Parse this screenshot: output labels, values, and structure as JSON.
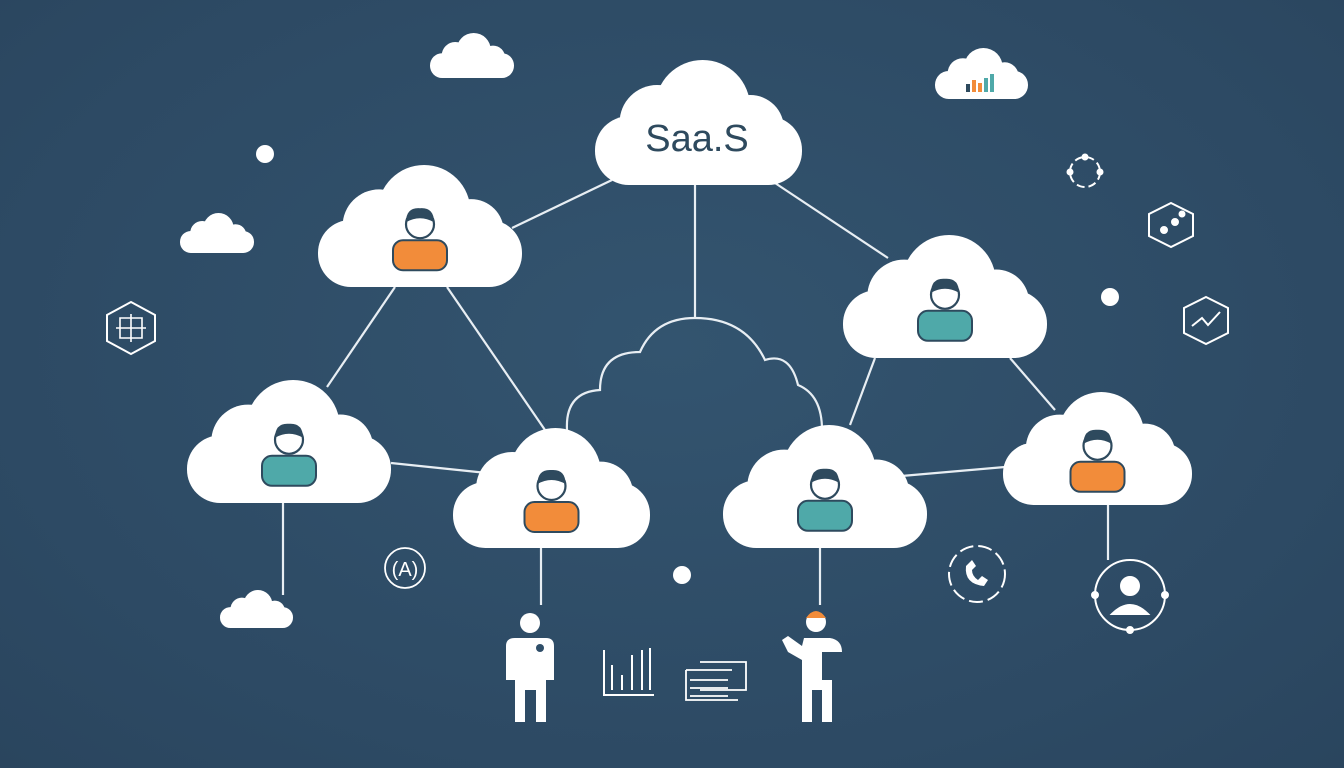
{
  "central_cloud": {
    "label": "Saa.S"
  },
  "colors": {
    "background": "#2f4e69",
    "cloud": "#ffffff",
    "orange": "#f28c3a",
    "teal": "#4fa9a9",
    "ink": "#2e4a5e",
    "line": "#e8eef3"
  },
  "user_clouds": [
    {
      "person_color": "orange"
    },
    {
      "person_color": "teal"
    },
    {
      "person_color": "teal"
    },
    {
      "person_color": "orange"
    },
    {
      "person_color": "teal"
    },
    {
      "person_color": "orange"
    }
  ],
  "icons": [
    "network-hexagon-icon",
    "ai-circle-icon",
    "settings-ring-icon",
    "analytics-hexagon-icon",
    "trend-hexagon-icon",
    "phone-support-icon",
    "support-agent-icon",
    "bar-chart-icon",
    "document-icon",
    "person-figure-icon",
    "presenter-figure-icon"
  ]
}
